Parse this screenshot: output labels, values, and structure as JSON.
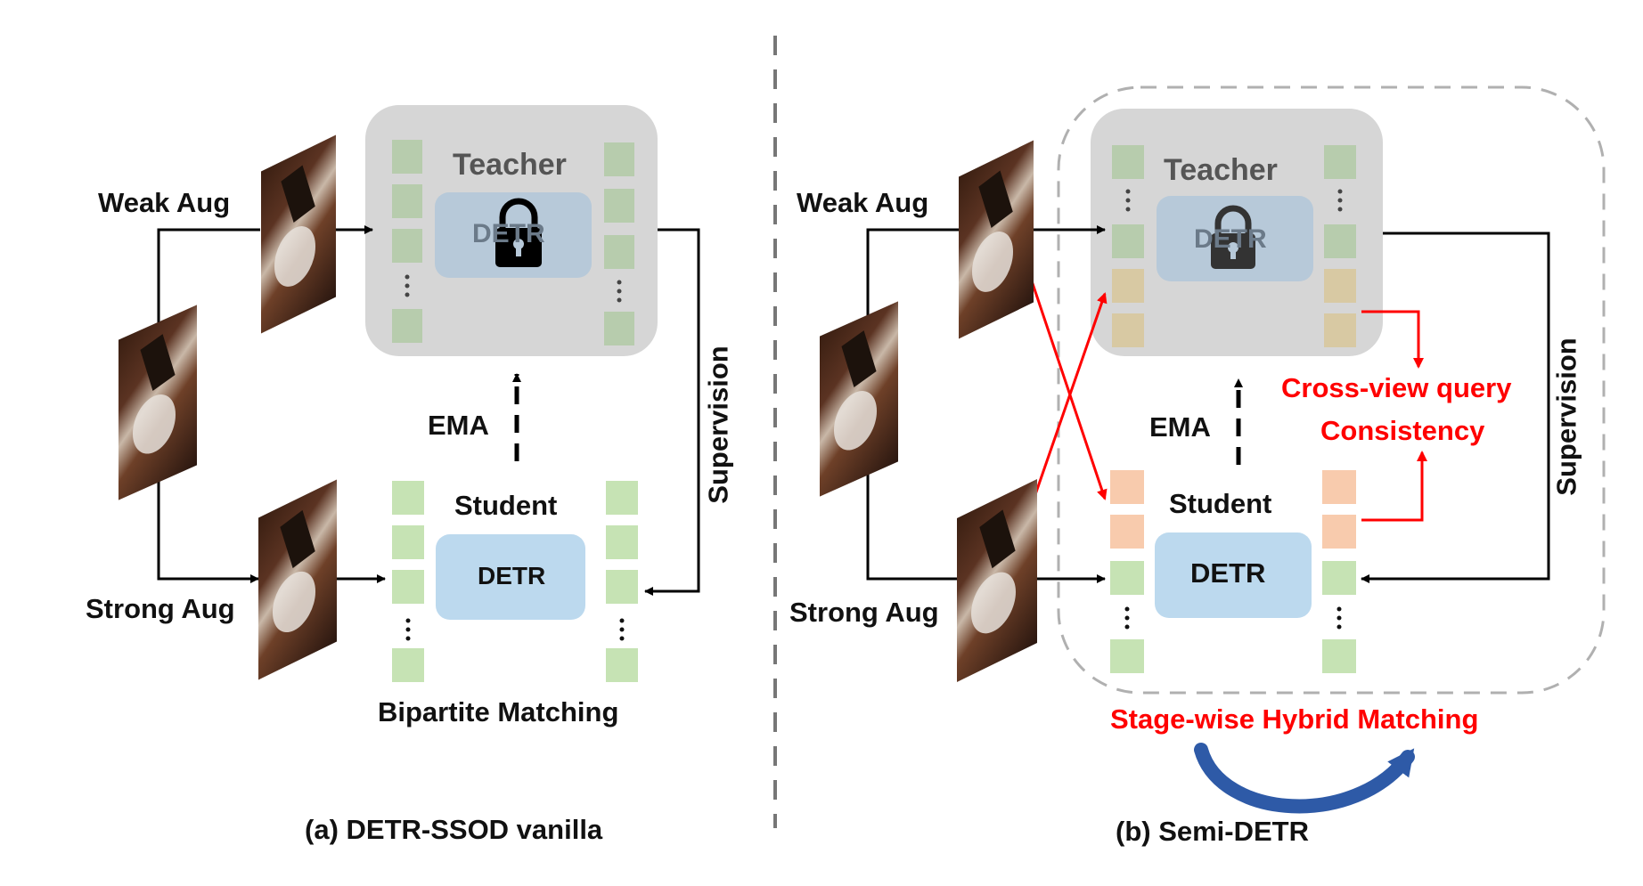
{
  "panel_a": {
    "teacher_label": "Teacher",
    "teacher_model": "DETR",
    "student_label": "Student",
    "student_model": "DETR",
    "ema_label": "EMA",
    "supervision_label": "Supervision",
    "weak_aug_label": "Weak Aug",
    "strong_aug_label": "Strong Aug",
    "matching_label": "Bipartite Matching",
    "caption": "(a) DETR-SSOD vanilla"
  },
  "panel_b": {
    "teacher_label": "Teacher",
    "teacher_model": "DETR",
    "student_label": "Student",
    "student_model": "DETR",
    "ema_label": "EMA",
    "supervision_label": "Supervision",
    "weak_aug_label": "Weak Aug",
    "strong_aug_label": "Strong Aug",
    "consistency_line1": "Cross-view query",
    "consistency_line2": "Consistency",
    "matching_label": "Stage-wise Hybrid Matching",
    "caption": "(b) Semi-DETR"
  },
  "colors": {
    "teacher_box": "#d6d6d6",
    "teacher_detr": "#b7c9d9",
    "student_detr": "#bcd9ee",
    "query_green": "#c6e3b4",
    "query_green_teacher": "#b7ccad",
    "query_orange": "#f8cbad",
    "query_tan_teacher": "#d8c9a3",
    "highlight_red": "#ff0000",
    "curve_blue": "#2e5aa7"
  },
  "icons": [
    "lock-icon",
    "ellipsis-vertical-icon"
  ]
}
